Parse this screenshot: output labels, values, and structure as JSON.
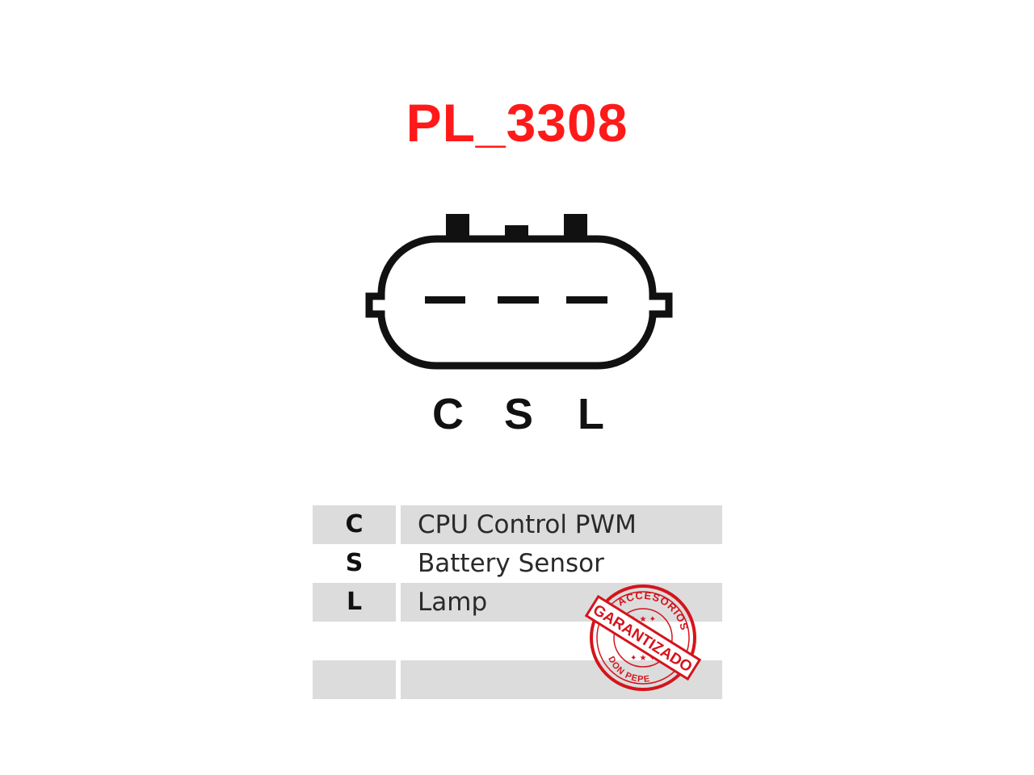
{
  "title": "PL_3308",
  "colors": {
    "title": "#ff1a1a",
    "stroke": "#111111",
    "row_fill": "#dcdcdc",
    "stamp": "#d4141c"
  },
  "connector": {
    "pins": [
      "C",
      "S",
      "L"
    ]
  },
  "table": {
    "rows": [
      {
        "key": "C",
        "value": "CPU Control PWM",
        "shaded": true
      },
      {
        "key": "S",
        "value": "Battery Sensor",
        "shaded": false
      },
      {
        "key": "L",
        "value": "Lamp",
        "shaded": true
      },
      {
        "key": "",
        "value": "",
        "shaded": false
      },
      {
        "key": "",
        "value": "",
        "shaded": true
      }
    ]
  },
  "stamp": {
    "top_text": "ACCESORIOS",
    "band_text": "GARANTIZADO",
    "bottom_text": "DON PEPE"
  }
}
